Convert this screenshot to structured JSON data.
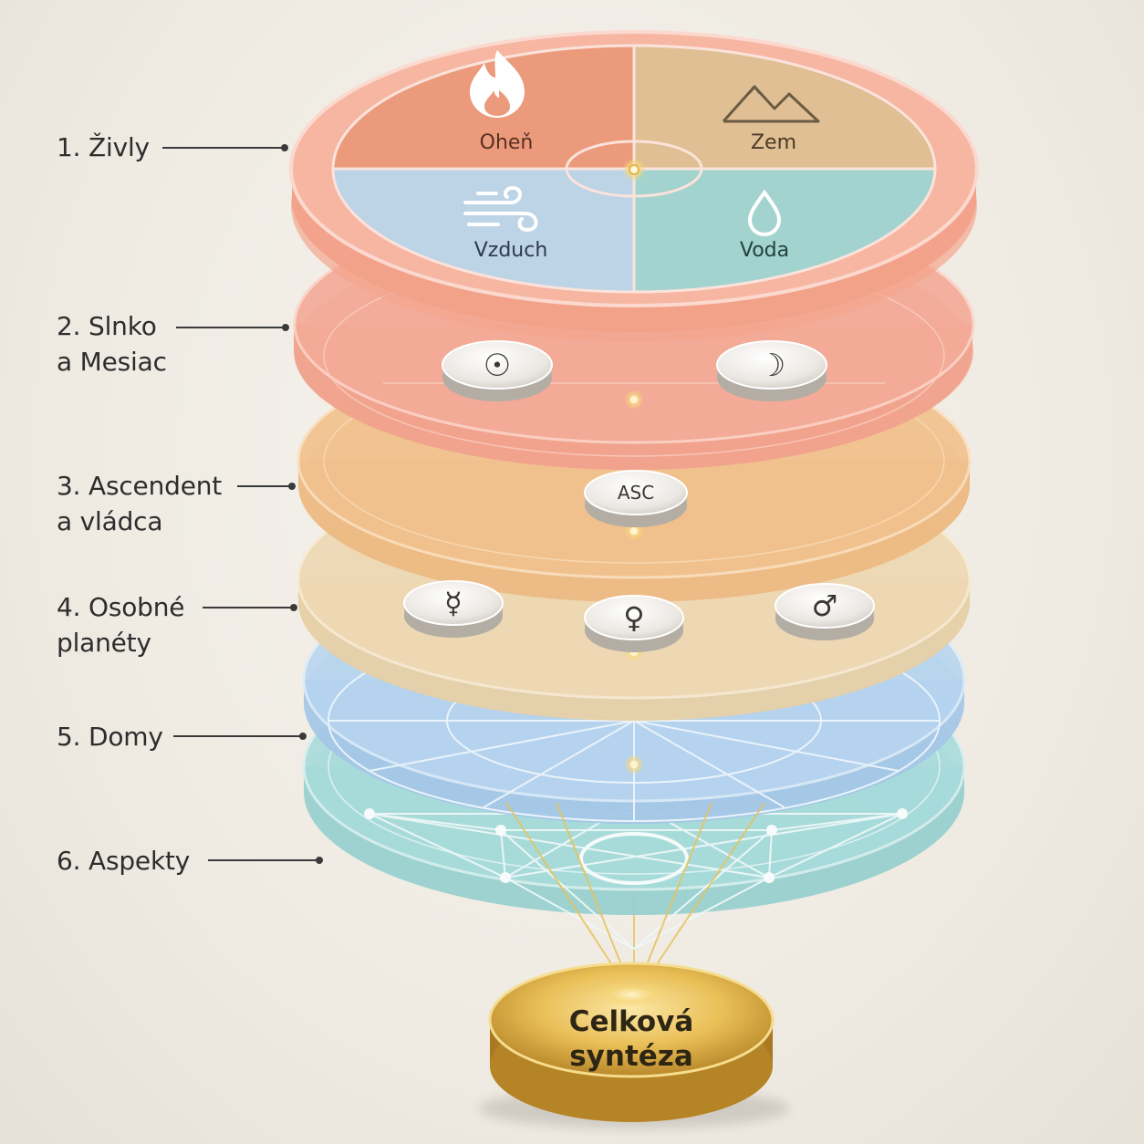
{
  "layers": [
    {
      "id": "elements",
      "label_lines": [
        "1. Živly"
      ]
    },
    {
      "id": "sun-moon",
      "label_lines": [
        "2. Slnko",
        "a Mesiac"
      ]
    },
    {
      "id": "ascendant",
      "label_lines": [
        "3. Ascendent",
        "a vládca"
      ]
    },
    {
      "id": "personal-planets",
      "label_lines": [
        "4. Osobné",
        "planéty"
      ]
    },
    {
      "id": "houses",
      "label_lines": [
        "5. Domy"
      ]
    },
    {
      "id": "aspects",
      "label_lines": [
        "6. Aspekty"
      ]
    }
  ],
  "elements": {
    "fire": {
      "label": "Oheň",
      "color": "#ec9a7c",
      "icon": "flame-icon"
    },
    "earth": {
      "label": "Zem",
      "color": "#dfbf93",
      "icon": "mountain-icon"
    },
    "air": {
      "label": "Vzduch",
      "color": "#bdd3e6",
      "icon": "wind-icon"
    },
    "water": {
      "label": "Voda",
      "color": "#a3d3ce",
      "icon": "water-drop-icon"
    }
  },
  "tokens": {
    "sun": {
      "glyph": "☉",
      "icon": "sun-symbol-icon"
    },
    "moon": {
      "glyph": "☽",
      "icon": "moon-symbol-icon"
    },
    "ascendant": {
      "label": "ASC"
    },
    "mercury": {
      "glyph": "☿",
      "icon": "mercury-symbol-icon"
    },
    "venus": {
      "glyph": "♀",
      "icon": "venus-symbol-icon"
    },
    "mars": {
      "glyph": "♂",
      "icon": "mars-symbol-icon"
    }
  },
  "synthesis": {
    "label_lines": [
      "Celková",
      "syntéza"
    ]
  },
  "colors": {
    "disc_fire": "#f3a58d",
    "disc_salmon": "#f4ab98",
    "disc_orange": "#f2c28e",
    "disc_sand": "#eed9b4",
    "disc_blue": "#b7d5ef",
    "disc_teal": "#a9dcdc",
    "gold": "#e0b243"
  }
}
